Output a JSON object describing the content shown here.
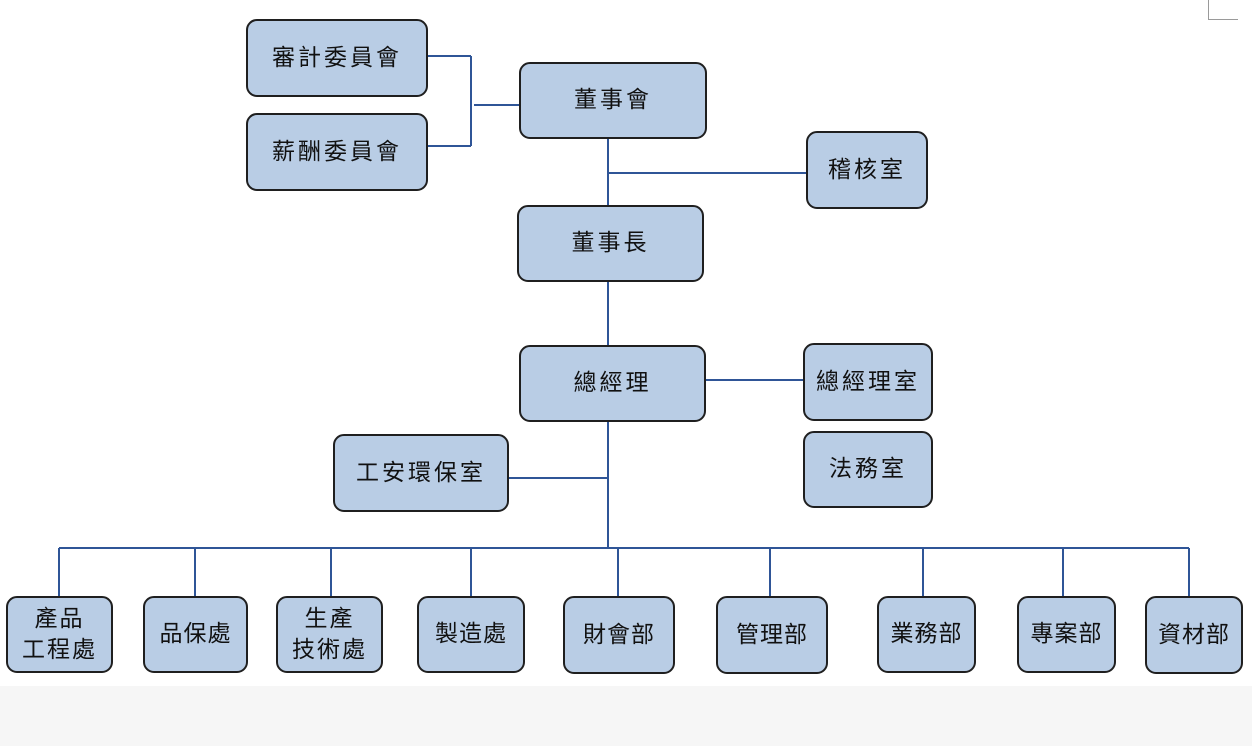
{
  "org_chart": {
    "committees": {
      "audit_committee": "審計委員會",
      "compensation_committee": "薪酬委員會"
    },
    "board": "董事會",
    "audit_office": "稽核室",
    "chairman": "董事長",
    "president": "總經理",
    "president_office": "總經理室",
    "legal_office": "法務室",
    "safety_env_office": "工安環保室",
    "departments": [
      "產品\n工程處",
      "品保處",
      "生產\n技術處",
      "製造處",
      "財會部",
      "管理部",
      "業務部",
      "專案部",
      "資材部"
    ]
  },
  "colors": {
    "box_fill": "#b9cde5",
    "box_border": "#1f1f1f",
    "connector": "#2f5597"
  }
}
